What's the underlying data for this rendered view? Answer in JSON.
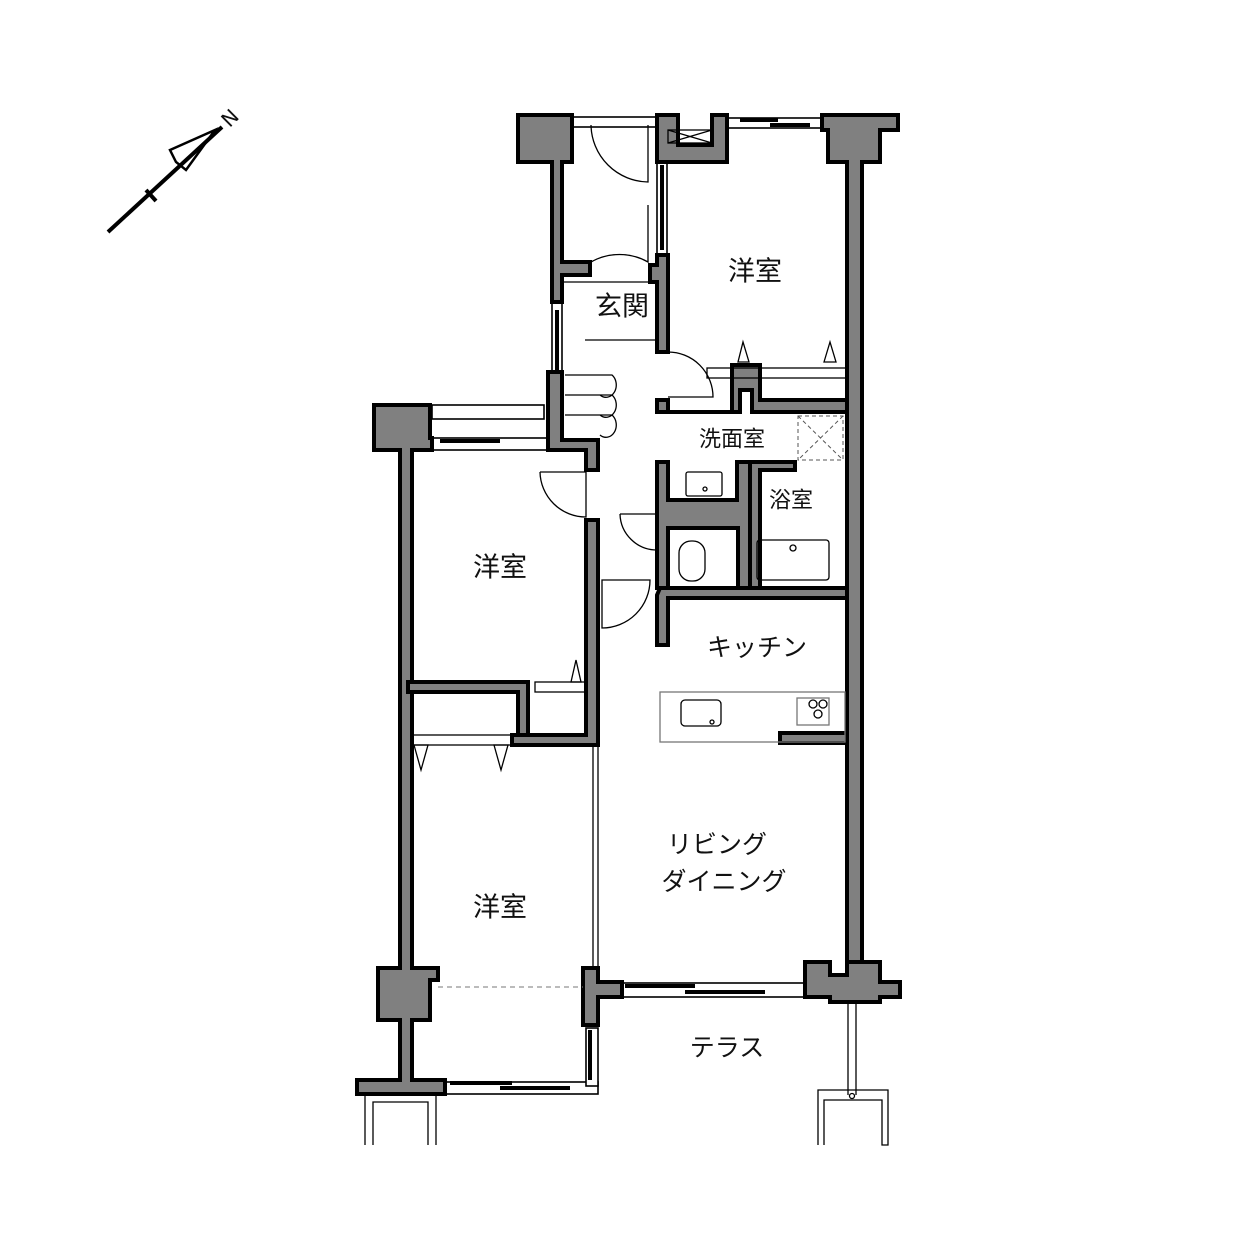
{
  "compass": {
    "label": "N"
  },
  "rooms": {
    "bedroom_north": "洋室",
    "entrance": "玄関",
    "washroom": "洗面室",
    "bathroom": "浴室",
    "bedroom_middle": "洋室",
    "kitchen": "キッチン",
    "living_line1": "リビング",
    "living_line2": "ダイニング",
    "bedroom_south": "洋室",
    "terrace": "テラス"
  }
}
